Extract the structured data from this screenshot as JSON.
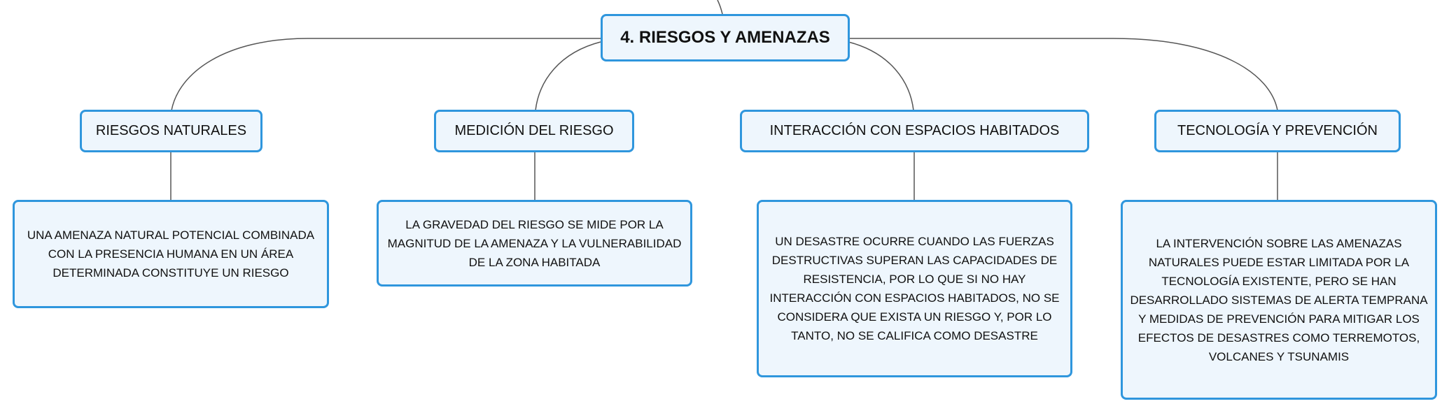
{
  "root": {
    "label": "4. RIESGOS Y AMENAZAS"
  },
  "branches": [
    {
      "label": "RIESGOS NATURALES",
      "description": "UNA AMENAZA NATURAL POTENCIAL COMBINADA CON LA PRESENCIA HUMANA EN UN ÁREA DETERMINADA CONSTITUYE UN RIESGO"
    },
    {
      "label": "MEDICIÓN DEL RIESGO",
      "description": "LA GRAVEDAD DEL RIESGO SE MIDE POR LA MAGNITUD DE LA AMENAZA Y LA VULNERABILIDAD DE LA ZONA HABITADA"
    },
    {
      "label": "INTERACCIÓN CON ESPACIOS HABITADOS",
      "description": "UN DESASTRE OCURRE CUANDO LAS FUERZAS DESTRUCTIVAS SUPERAN LAS CAPACIDADES DE RESISTENCIA, POR LO QUE SI NO HAY INTERACCIÓN CON ESPACIOS HABITADOS, NO SE CONSIDERA QUE EXISTA UN RIESGO Y, POR LO TANTO, NO SE CALIFICA COMO DESASTRE"
    },
    {
      "label": "TECNOLOGÍA Y PREVENCIÓN",
      "description": "LA INTERVENCIÓN SOBRE LAS AMENAZAS NATURALES PUEDE ESTAR LIMITADA POR LA TECNOLOGÍA EXISTENTE, PERO SE HAN DESARROLLADO SISTEMAS DE ALERTA TEMPRANA Y MEDIDAS DE PREVENCIÓN PARA MITIGAR LOS EFECTOS DE DESASTRES COMO TERREMOTOS, VOLCANES Y TSUNAMIS"
    }
  ],
  "colors": {
    "node_border": "#2f96dd",
    "node_fill": "#eef6fd",
    "connector": "#555555"
  }
}
